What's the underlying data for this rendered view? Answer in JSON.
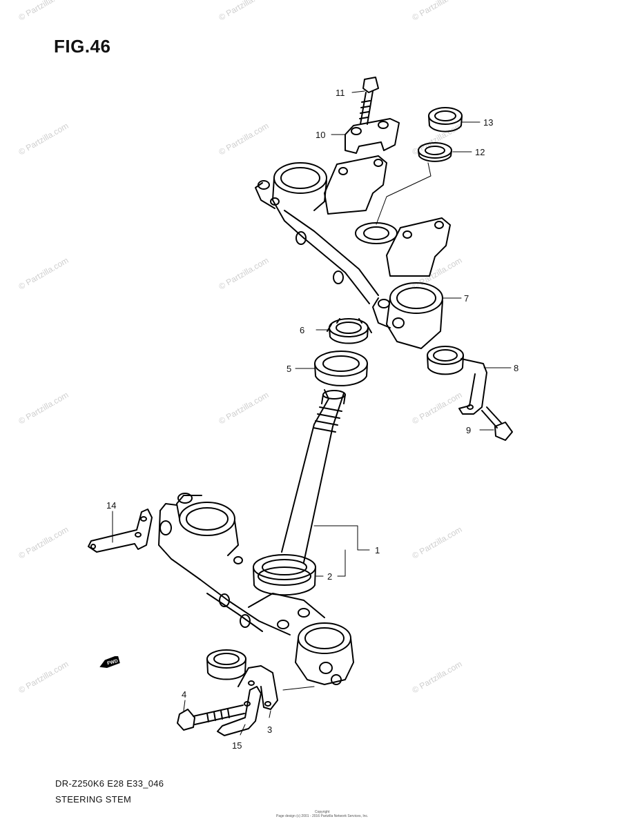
{
  "figure": {
    "title": "FIG.46",
    "code": "DR-Z250K6 E28 E33_046",
    "name": "STEERING STEM"
  },
  "watermark": "© Partzilla.com",
  "forward_marker": "FWD",
  "footer": {
    "line1": "Copyright",
    "line2": "Page design (c) 2001 - 2016 Partzilla Network Services, Inc."
  },
  "callouts": {
    "p1": "1",
    "p2": "2",
    "p3": "3",
    "p4": "4",
    "p5": "5",
    "p6": "6",
    "p7": "7",
    "p8": "8",
    "p9": "9",
    "p10": "10",
    "p11": "11",
    "p12": "12",
    "p13": "13",
    "p14": "14",
    "p15": "15"
  }
}
